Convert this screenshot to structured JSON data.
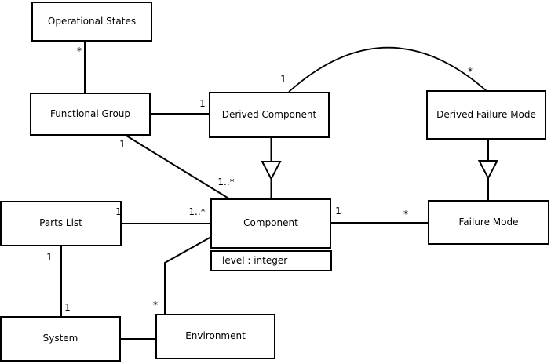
{
  "diagram_type": "uml-class-diagram",
  "colors": {
    "line": "#000000",
    "text": "#000000",
    "background": "#ffffff"
  },
  "classes": [
    {
      "id": "operational-states",
      "name": "Operational States"
    },
    {
      "id": "functional-group",
      "name": "Functional Group"
    },
    {
      "id": "derived-component",
      "name": "Derived Component"
    },
    {
      "id": "derived-failure-mode",
      "name": "Derived Failure Mode"
    },
    {
      "id": "parts-list",
      "name": "Parts List"
    },
    {
      "id": "component",
      "name": "Component",
      "attributes": [
        "level : integer"
      ]
    },
    {
      "id": "failure-mode",
      "name": "Failure Mode"
    },
    {
      "id": "system",
      "name": "System"
    },
    {
      "id": "environment",
      "name": "Environment"
    }
  ],
  "edges": [
    {
      "id": "os-fg",
      "source": "Operational States",
      "target": "Functional Group",
      "type": "association",
      "source_mult": "*"
    },
    {
      "id": "fg-dc",
      "source": "Functional Group",
      "target": "Derived Component",
      "type": "association",
      "target_mult": "1"
    },
    {
      "id": "fg-comp",
      "source": "Functional Group",
      "target": "Component",
      "type": "association",
      "source_mult": "1",
      "target_mult": "1..*"
    },
    {
      "id": "dc-comp",
      "source": "Derived Component",
      "target": "Component",
      "type": "generalization"
    },
    {
      "id": "dc-dfm",
      "source": "Derived Component",
      "target": "Derived Failure Mode",
      "type": "association",
      "source_mult": "1",
      "target_mult": "*"
    },
    {
      "id": "dfm-fm",
      "source": "Derived Failure Mode",
      "target": "Failure Mode",
      "type": "generalization"
    },
    {
      "id": "pl-comp",
      "source": "Parts List",
      "target": "Component",
      "type": "association",
      "source_mult": "1",
      "target_mult": "1..*"
    },
    {
      "id": "comp-fm",
      "source": "Component",
      "target": "Failure Mode",
      "type": "association",
      "source_mult": "1",
      "target_mult": "*"
    },
    {
      "id": "pl-sys",
      "source": "Parts List",
      "target": "System",
      "type": "association",
      "source_mult": "1",
      "target_mult": "1"
    },
    {
      "id": "comp-env",
      "source": "Component",
      "target": "Environment",
      "type": "association",
      "target_mult": "*"
    },
    {
      "id": "sys-env",
      "source": "System",
      "target": "Environment",
      "type": "association"
    }
  ]
}
